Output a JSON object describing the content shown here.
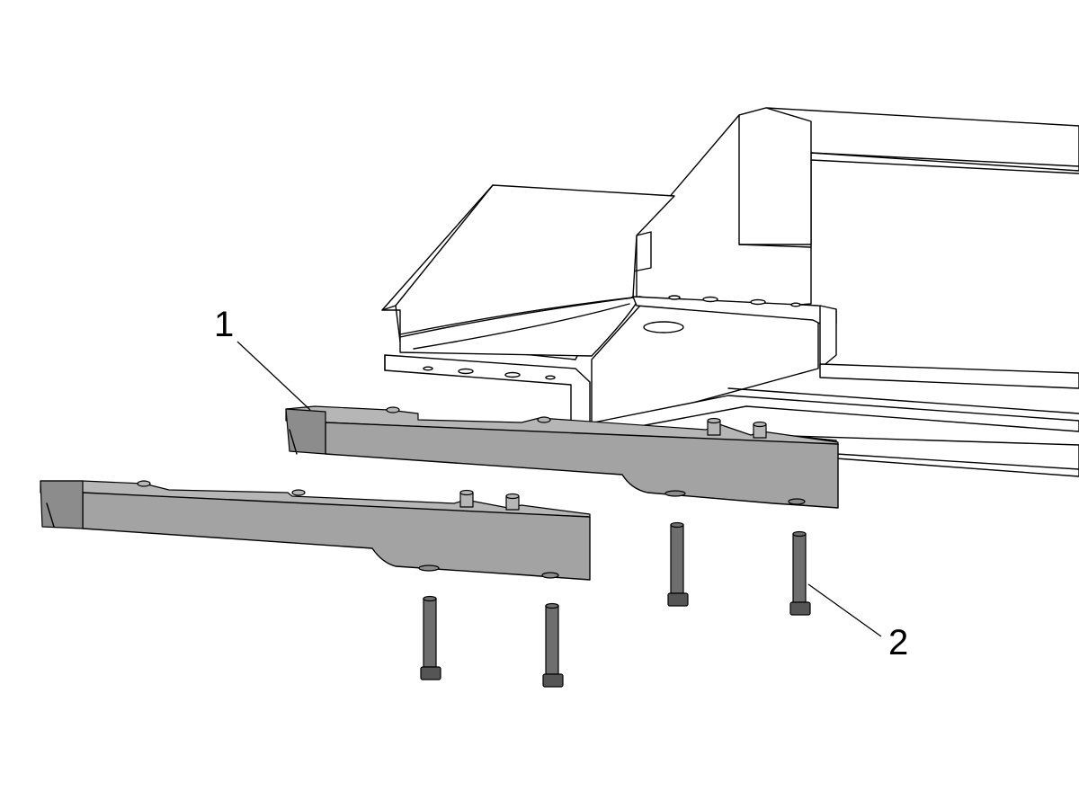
{
  "diagram": {
    "callouts": [
      {
        "id": "callout-1",
        "label": "1"
      },
      {
        "id": "callout-2",
        "label": "2"
      }
    ],
    "colors": {
      "background": "#ffffff",
      "part_gray": "#a3a3a3",
      "bolt_gray": "#6e6e6e",
      "outline": "#000000"
    }
  }
}
